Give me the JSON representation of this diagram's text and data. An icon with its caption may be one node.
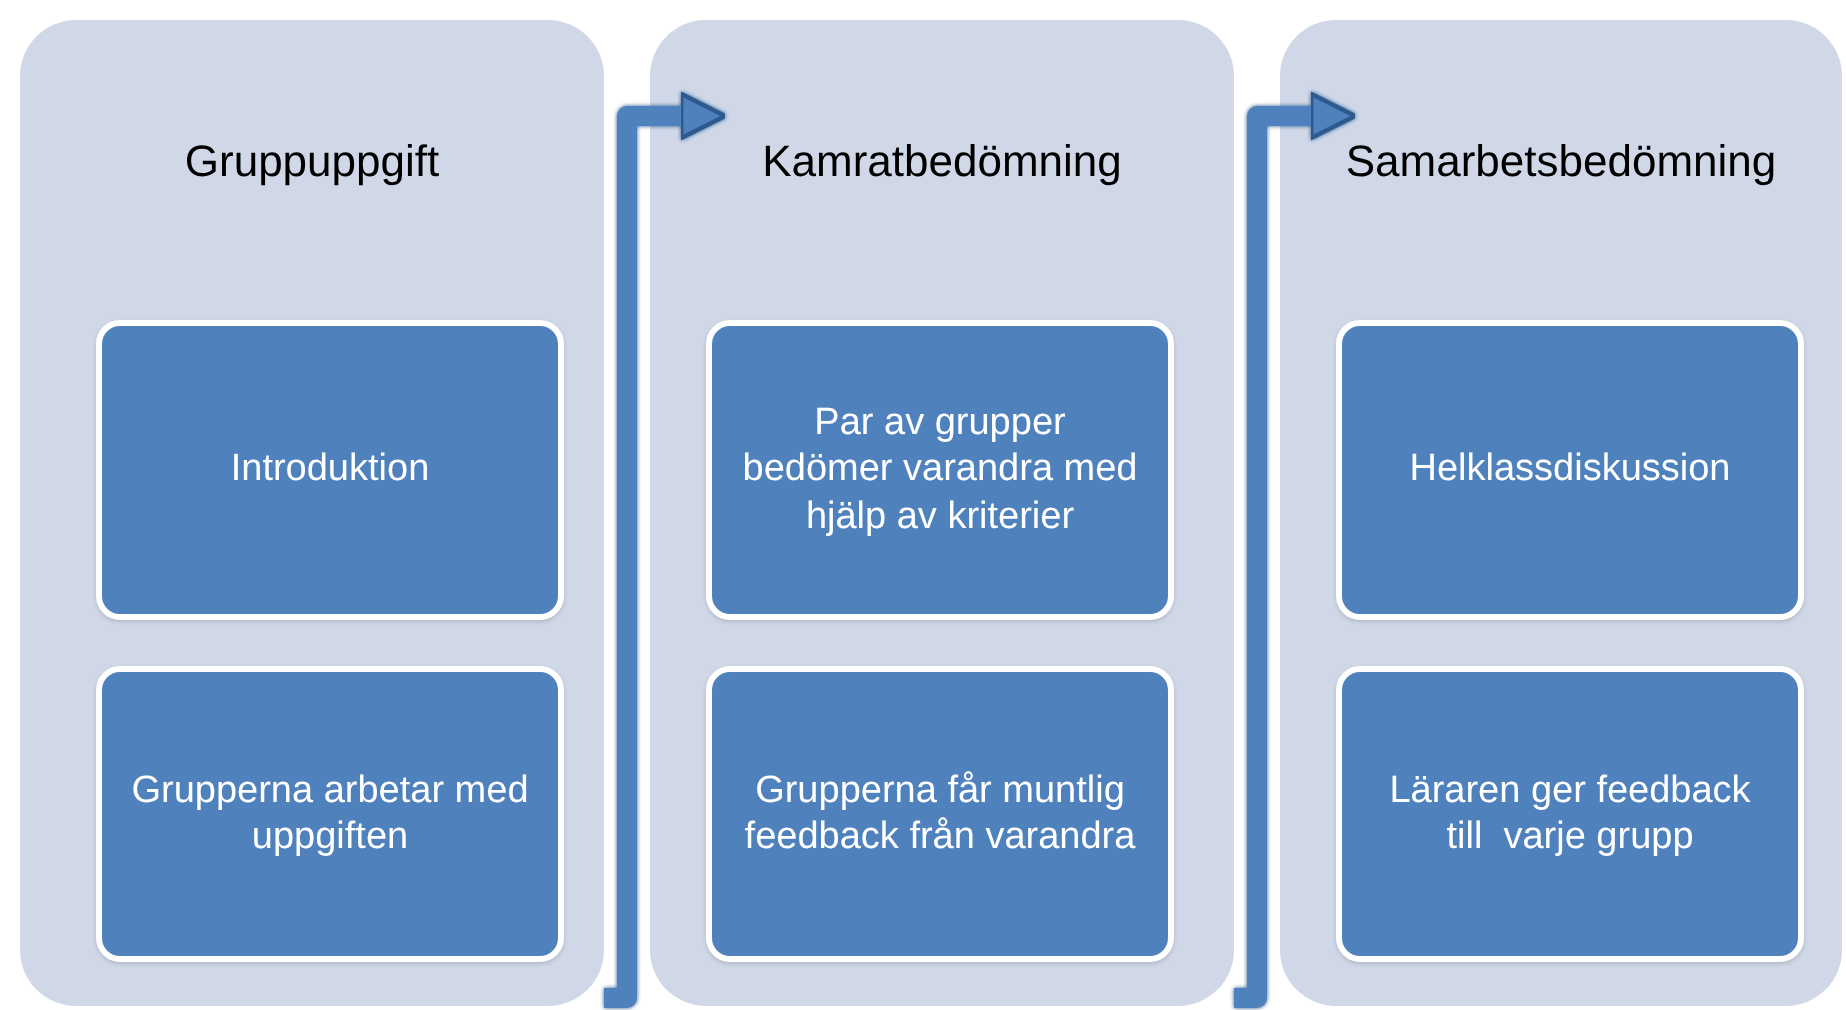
{
  "diagram": {
    "nodes": [
      {
        "text": [
          "Gruppuppgift"
        ]
      },
      {
        "text": [
          "Introduktion"
        ],
        "in": 0
      },
      {
        "text": [
          "Grupperna arbetar med uppgiften"
        ],
        "in": 0
      },
      {
        "text": [
          "Kamratbedömning"
        ]
      },
      {
        "text": [
          "Par av grupper bedömer varandra med hjälp av kriterier"
        ],
        "in": 3
      },
      {
        "text": [
          "Grupperna får muntlig feedback från varandra"
        ],
        "in": 3
      },
      {
        "text": [
          "Samarbetsbedömning"
        ]
      },
      {
        "text": [
          "Helklassdiskussion"
        ],
        "in": 6
      },
      {
        "text": [
          "Läraren ger feedback till  varje grupp"
        ],
        "in": 6
      }
    ],
    "edges": [
      {
        "from": 0,
        "to": 3,
        "arrow": "to"
      },
      {
        "from": 3,
        "to": 6,
        "arrow": "to"
      }
    ]
  }
}
